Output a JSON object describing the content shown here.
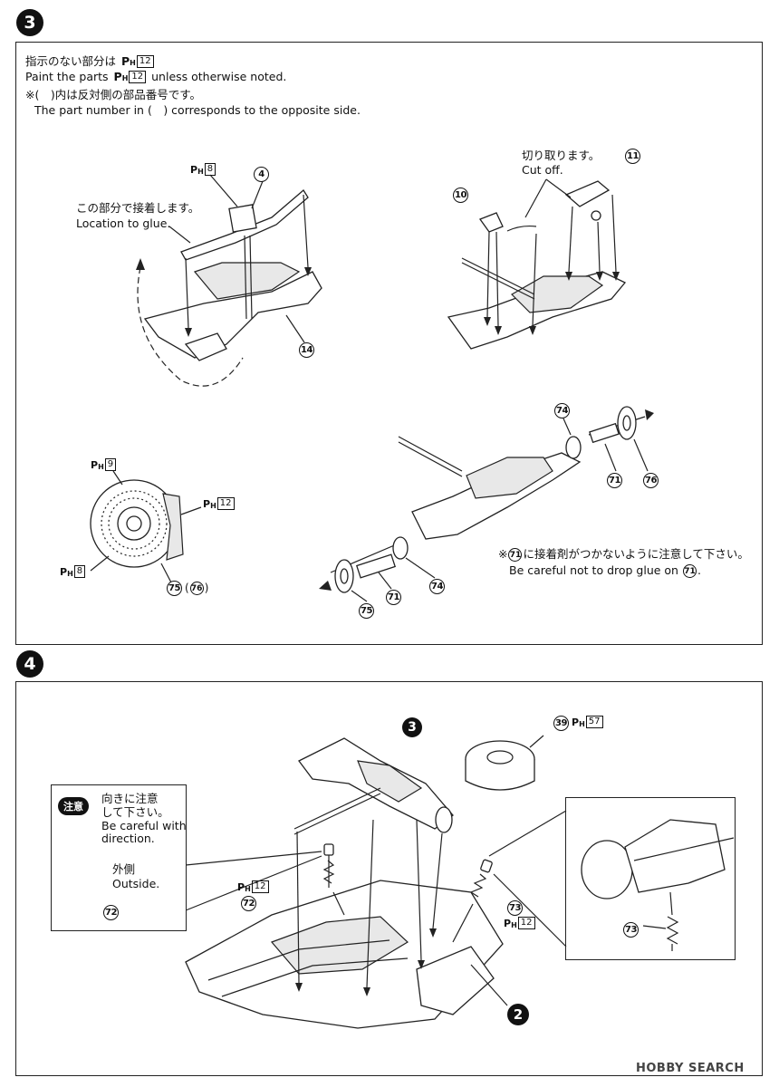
{
  "step3": {
    "badge": "3",
    "note_jp": "指示のない部分は",
    "note_en_pre": "Paint the parts",
    "note_en_post": "unless otherwise noted.",
    "paint_default": "12",
    "opposite_jp": "※(　)内は反対側の部品番号です。",
    "opposite_en": "The part number in (　) corresponds to the opposite side.",
    "glue_jp": "この部分で接着します。",
    "glue_en": "Location to glue.",
    "cutoff_jp": "切り取ります。",
    "cutoff_en": "Cut off.",
    "caution71_jp_pre": "※",
    "caution71_jp_post": "に接着剤がつかないように注意して下さい。",
    "caution71_en_pre": "Be careful not to drop glue on",
    "caution71_en_post": ".",
    "parts": {
      "p4": "4",
      "p14": "14",
      "p10": "10",
      "p11": "11",
      "p74a": "74",
      "p71a": "71",
      "p76": "76",
      "p75": "75",
      "p71b": "71",
      "p74b": "74",
      "p75c": "75",
      "p76c": "76"
    },
    "paints": {
      "steer": "8",
      "disc": "9",
      "caliper": "12",
      "hub": "8"
    },
    "paren_open": "(",
    "paren_close": ")"
  },
  "step4": {
    "badge": "4",
    "caution_label": "注意",
    "caution_jp1": "向きに注意",
    "caution_jp2": "して下さい。",
    "caution_en1": "Be careful with",
    "caution_en2": "direction.",
    "outside_jp": "外側",
    "outside_en": "Outside.",
    "parts": {
      "p72a": "72",
      "p72b": "72",
      "p73a": "73",
      "p73b": "73",
      "p39": "39"
    },
    "paints": {
      "shock72": "12",
      "shock73": "12",
      "tire39": "57"
    },
    "sub3": "3",
    "sub2": "2"
  },
  "paint_prefix": "P",
  "paint_sub": "H",
  "watermark": "HOBBY SEARCH"
}
